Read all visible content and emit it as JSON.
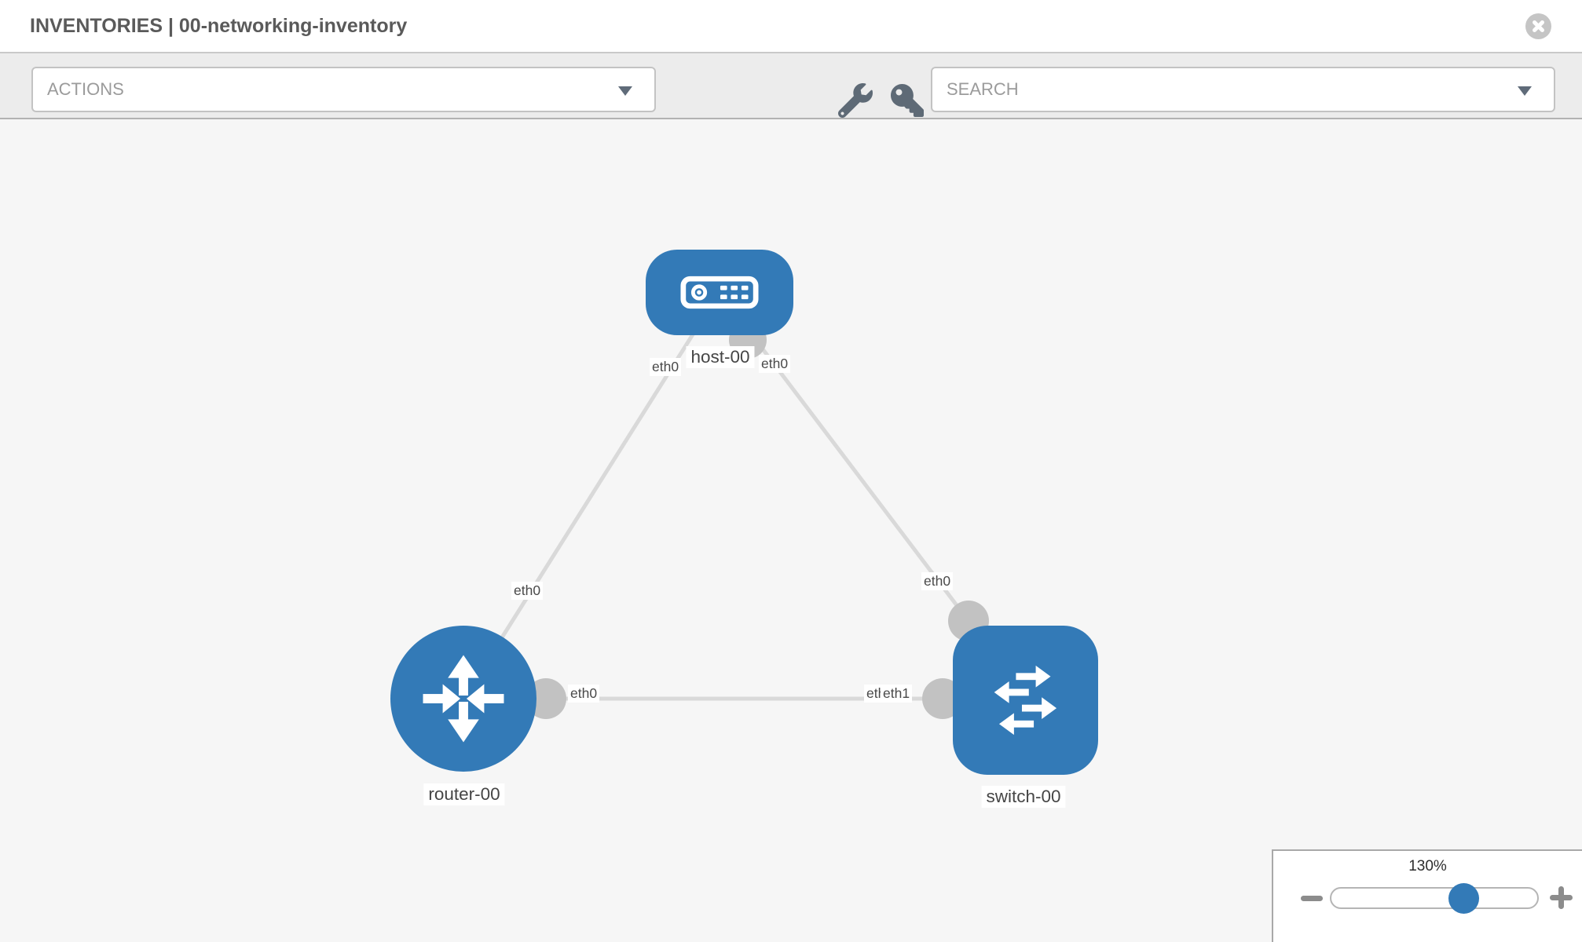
{
  "header": {
    "title": "INVENTORIES | 00-networking-inventory"
  },
  "toolbar": {
    "actions_label": "ACTIONS",
    "search_label": "SEARCH"
  },
  "topology": {
    "nodes": [
      {
        "label": "host-00",
        "type": "host"
      },
      {
        "label": "router-00",
        "type": "router"
      },
      {
        "label": "switch-00",
        "type": "switch"
      }
    ],
    "links": [
      {
        "from": "host-00",
        "to": "router-00",
        "from_interface": "eth0",
        "to_interface": "eth0"
      },
      {
        "from": "host-00",
        "to": "switch-00",
        "from_interface": "eth0",
        "to_interface": "eth0"
      },
      {
        "from": "router-00",
        "to": "switch-00",
        "from_interface": "eth0",
        "to_interface": "eth1"
      }
    ],
    "interface_labels": {
      "host_left": "eth0",
      "host_right": "eth0",
      "router_uplink": "eth0",
      "switch_uplink": "eth0",
      "router_east": "eth0",
      "switch_west_under": "eth0",
      "switch_west_top": "eth1"
    }
  },
  "zoom_control": {
    "value": "130%"
  },
  "colors": {
    "node_blue": "#337ab7",
    "link_gray": "#d9d9d9",
    "dot_gray": "#c2c2c2",
    "toolbar_bg": "#ececec",
    "canvas_bg": "#f6f6f6",
    "icon_slate": "#5e6a76"
  },
  "icons": {
    "close": "x-circle",
    "wrench": "wrench",
    "key": "key",
    "caret": "chevron-down",
    "zoom_out": "minus",
    "zoom_in": "plus",
    "host_glyph": "server",
    "router_glyph": "router-arrows",
    "switch_glyph": "switch-arrows"
  }
}
